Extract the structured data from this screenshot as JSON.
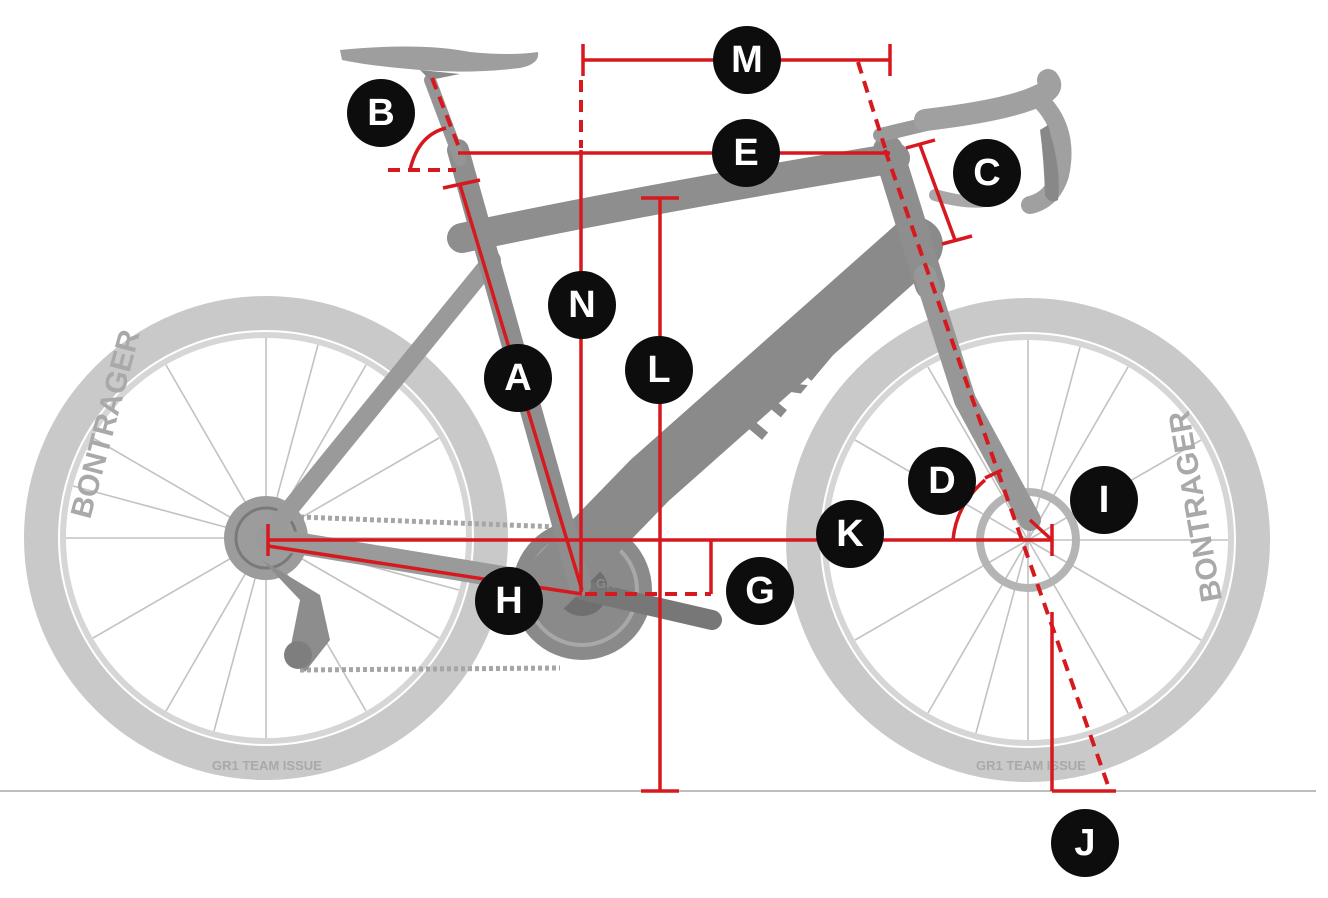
{
  "colors": {
    "measurement": "#d6191f",
    "label_bg": "#0d0d0d",
    "label_text": "#ffffff",
    "frame": "#8f8f8f",
    "tire": "#c9c9c9",
    "ground": "#bdbdbd"
  },
  "labels": {
    "A": "A",
    "B": "B",
    "C": "C",
    "D": "D",
    "E": "E",
    "G": "G",
    "H": "H",
    "I": "I",
    "J": "J",
    "K": "K",
    "L": "L",
    "M": "M",
    "N": "N"
  },
  "bike": {
    "brand_logo": "TREK",
    "crank_logo": "GRX",
    "tire_brand": "BONTRAGER",
    "tire_model": "GR1 TEAM ISSUE"
  }
}
